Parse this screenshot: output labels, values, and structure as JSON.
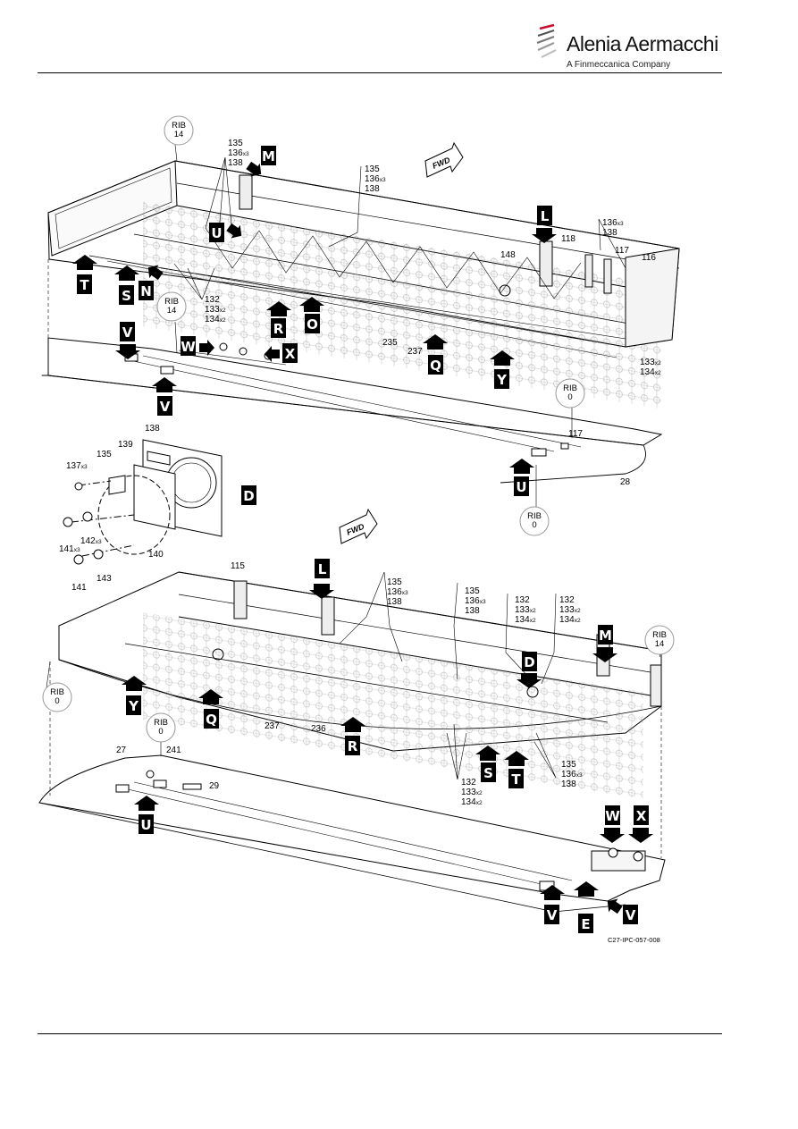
{
  "header": {
    "brand": "Alenia Aermacchi",
    "tagline": "A Finmeccanica Company"
  },
  "drawing_ref": "C27-IPC-057-008",
  "fwd_label": "FWD",
  "detail_view": "D",
  "ribs": {
    "rib14": [
      "RIB",
      "14"
    ],
    "rib0": [
      "RIB",
      "0"
    ]
  },
  "stack_135_136_138": [
    "135",
    "136",
    "x3",
    "138"
  ],
  "stack_132_133_134": [
    "132",
    "133",
    "x2",
    "134",
    "x2"
  ],
  "stack_136_138": [
    "136",
    "x3",
    "138"
  ],
  "stack_133_134": [
    "133",
    "x2",
    "134",
    "x2"
  ],
  "parts": {
    "p148": "148",
    "p118": "118",
    "p117": "117",
    "p116": "116",
    "p235": "235",
    "p237": "237",
    "p236": "236",
    "p28": "28",
    "p115": "115",
    "p27": "27",
    "p241": "241",
    "p29": "29",
    "p138": "138",
    "p139": "139",
    "p135": "135",
    "p137": "137",
    "x3": "x3",
    "p140": "140",
    "p141": "141",
    "p142": "142",
    "p143": "143"
  },
  "view_flags": {
    "M": "M",
    "L": "L",
    "U": "U",
    "T": "T",
    "S": "S",
    "N": "N",
    "R": "R",
    "O": "O",
    "V": "V",
    "W": "W",
    "X": "X",
    "Q": "Q",
    "Y": "Y",
    "D": "D",
    "E": "E"
  }
}
